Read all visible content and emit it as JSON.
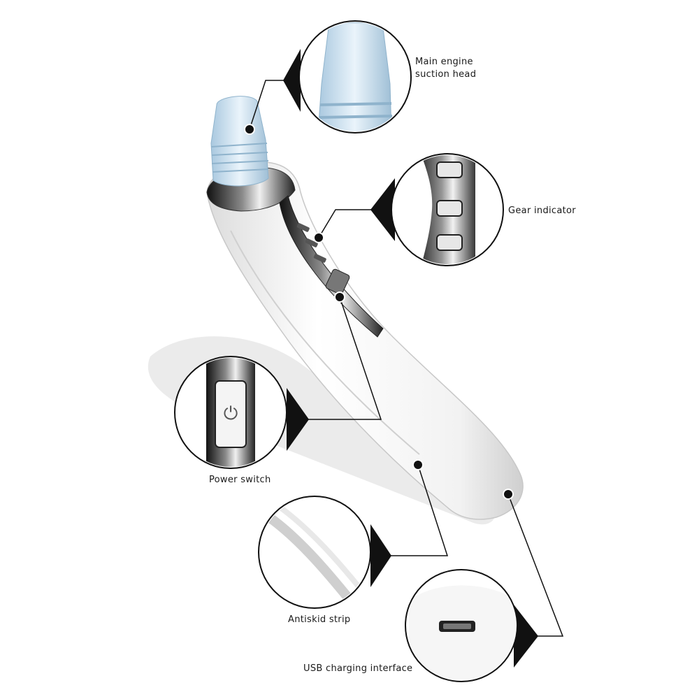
{
  "labels": {
    "main_engine_line1": "Main engine",
    "main_engine_line2": "suction head",
    "gear_indicator": "Gear indicator",
    "power_switch": "Power switch",
    "antiskid_strip": "Antiskid strip",
    "usb_charging": "USB charging interface"
  },
  "colors": {
    "body_white": "#f4f4f4",
    "chrome": "#3a3a3a",
    "nozzle_blue": "#cfe2ef",
    "callout_border": "#111111",
    "shadow": "#d9d9d9"
  }
}
